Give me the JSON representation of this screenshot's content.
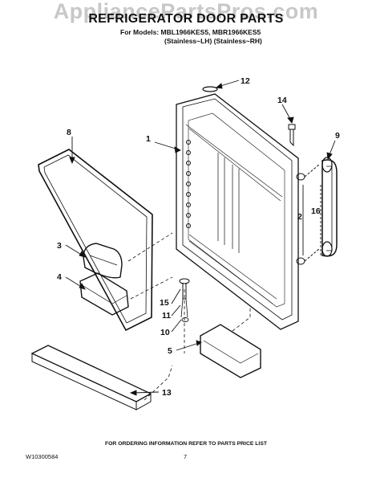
{
  "watermark": "AppliancePartsPros.com",
  "title": "REFRIGERATOR DOOR PARTS",
  "models_line": "For Models: MBL1966KES5, MBR1966KES5",
  "variants_line": "(Stainless~LH)  (Stainless~RH)",
  "footer": {
    "note": "FOR ORDERING INFORMATION REFER TO PARTS PRICE LIST",
    "doc_id": "W10300584",
    "page": "7"
  },
  "callouts": [
    "12",
    "14",
    "1",
    "9",
    "8",
    "2",
    "16",
    "3",
    "4",
    "15",
    "11",
    "10",
    "5",
    "13"
  ],
  "colors": {
    "line": "#111111",
    "watermark": "#c8c8c8",
    "background": "#ffffff"
  }
}
